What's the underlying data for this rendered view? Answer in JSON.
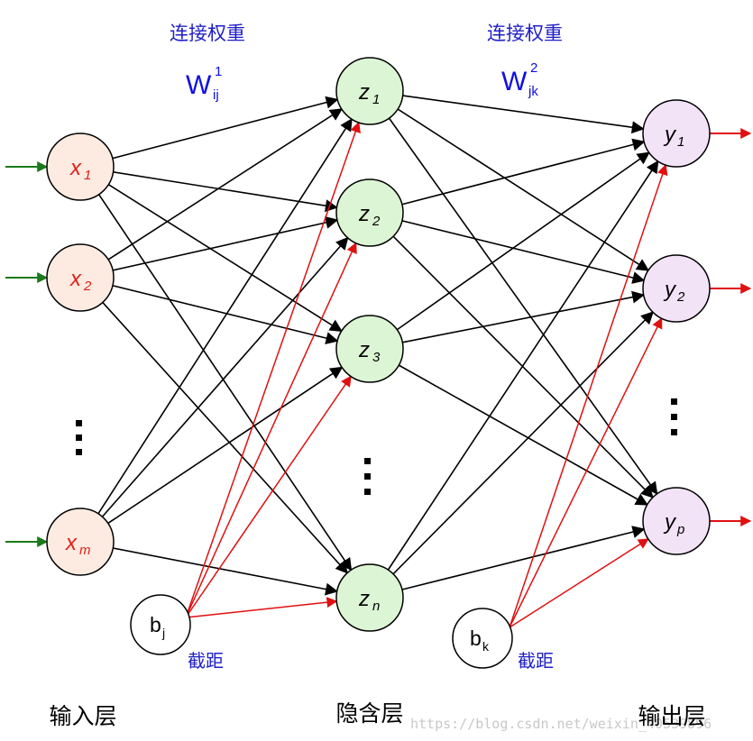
{
  "labels": {
    "weights_left": "连接权重",
    "weights_right": "连接权重",
    "w1_base": "W",
    "w1_sup": "1",
    "w1_sub": "ij",
    "w2_base": "W",
    "w2_sup": "2",
    "w2_sub": "jk",
    "bias_left": "截距",
    "bias_right": "截距",
    "layer_input": "输入层",
    "layer_hidden": "隐含层",
    "layer_output": "输出层",
    "watermark": "https://blog.csdn.net/weixin_40539896"
  },
  "input_nodes": [
    {
      "base": "x",
      "sub": "1"
    },
    {
      "base": "x",
      "sub": "2"
    },
    {
      "base": "x",
      "sub": "m"
    }
  ],
  "hidden_nodes": [
    {
      "base": "z",
      "sub": "1"
    },
    {
      "base": "z",
      "sub": "2"
    },
    {
      "base": "z",
      "sub": "3"
    },
    {
      "base": "z",
      "sub": "n"
    }
  ],
  "output_nodes": [
    {
      "base": "y",
      "sub": "1"
    },
    {
      "base": "y",
      "sub": "2"
    },
    {
      "base": "y",
      "sub": "p"
    }
  ],
  "bias_nodes": [
    {
      "base": "b",
      "sub": "j"
    },
    {
      "base": "b",
      "sub": "k"
    }
  ],
  "colors": {
    "input_fill": "#fdebe1",
    "hidden_fill": "#dcf5d4",
    "output_fill": "#f3e3f7",
    "bias_fill": "#ffffff",
    "input_text": "#e0201a",
    "node_text": "#000000",
    "label_blue": "#2020c8",
    "weight_blue": "#1010e0",
    "bias_arrow": "#e01010",
    "input_arrow": "#1a7a1a",
    "output_arrow": "#e01010",
    "edge": "#000000"
  }
}
